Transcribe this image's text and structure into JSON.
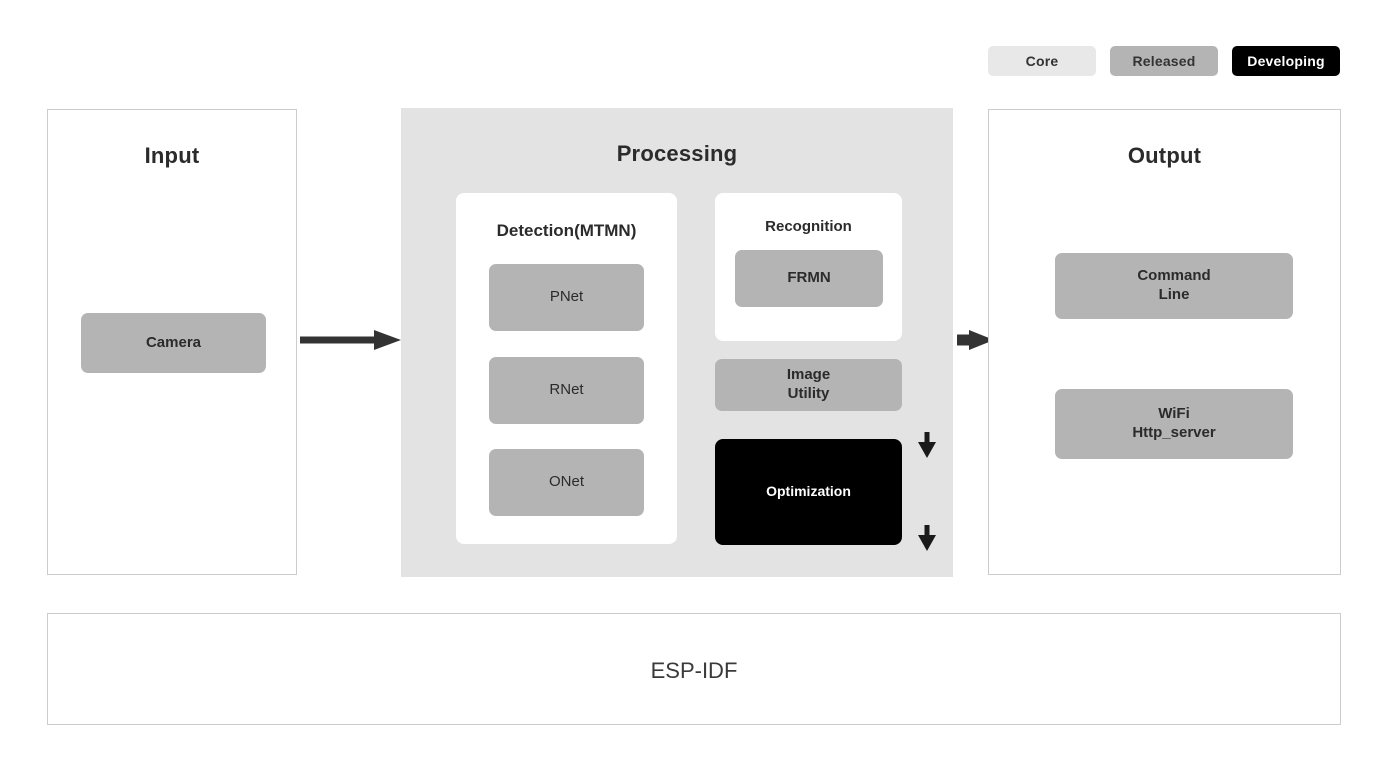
{
  "legend": {
    "items": [
      {
        "id": "core",
        "label": "Core",
        "color": "#e8e8e8",
        "text_color": "#333333"
      },
      {
        "id": "released",
        "label": "Released",
        "color": "#b4b4b4",
        "text_color": "#333333"
      },
      {
        "id": "developing",
        "label": "Developing",
        "color": "#000000",
        "text_color": "#ffffff"
      }
    ]
  },
  "panels": {
    "input": {
      "title": "Input",
      "nodes": [
        {
          "id": "camera",
          "label": "Camera",
          "status": "released"
        }
      ]
    },
    "processing": {
      "title": "Processing",
      "detection": {
        "title": "Detection(MTMN)",
        "nodes": [
          {
            "id": "pnet",
            "label": "PNet",
            "status": "released"
          },
          {
            "id": "rnet",
            "label": "RNet",
            "status": "released"
          },
          {
            "id": "onet",
            "label": "ONet",
            "status": "released"
          }
        ]
      },
      "recognition": {
        "title": "Recognition",
        "nodes": [
          {
            "id": "frmn",
            "label": "FRMN",
            "status": "released"
          }
        ]
      },
      "extras": [
        {
          "id": "image-utility",
          "label_line1": "Image",
          "label_line2": "Utility",
          "status": "released"
        },
        {
          "id": "optimization",
          "label_line1": "Optimization",
          "label_line2": "",
          "status": "developing"
        }
      ]
    },
    "output": {
      "title": "Output",
      "nodes": [
        {
          "id": "command-line",
          "label_line1": "Command",
          "label_line2": "Line",
          "status": "released"
        },
        {
          "id": "wifi-http",
          "label_line1": "WiFi",
          "label_line2": "Http_server",
          "status": "released"
        }
      ]
    },
    "foundation": {
      "title": "ESP-IDF"
    }
  },
  "arrows": {
    "input_to_processing": "arrow-right-icon",
    "processing_to_output": "arrow-right-icon",
    "pnet_to_rnet": "arrow-down-icon",
    "rnet_to_onet": "arrow-down-icon"
  },
  "colors": {
    "canvas_background": "#ffffff",
    "panel_border": "#cccccc",
    "processing_background": "#e3e3e3",
    "card_background": "#ffffff",
    "released_fill": "#b4b4b4",
    "core_fill": "#e8e8e8",
    "developing_fill": "#000000",
    "title_text": "#2b2b2b",
    "arrow_color": "#333333"
  }
}
